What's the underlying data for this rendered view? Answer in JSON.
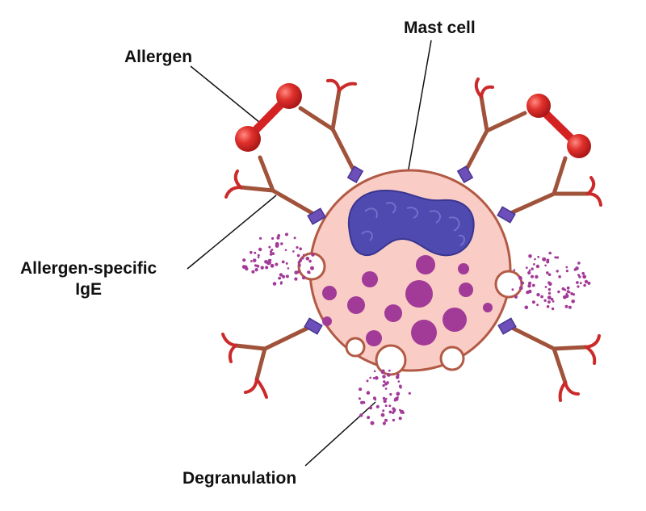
{
  "labels": {
    "mast_cell": "Mast cell",
    "allergen": "Allergen",
    "ige_line1": "Allergen-specific",
    "ige_line2": "IgE",
    "degranulation": "Degranulation"
  },
  "colors": {
    "cell_fill": "#f9cdc5",
    "cell_stroke": "#b25a45",
    "nucleus": "#4e4ab0",
    "granule": "#a23a98",
    "antibody": "#a0523a",
    "tip": "#cc2a2a",
    "receptor": "#6c4fb8",
    "allergen": "#e0302c"
  }
}
